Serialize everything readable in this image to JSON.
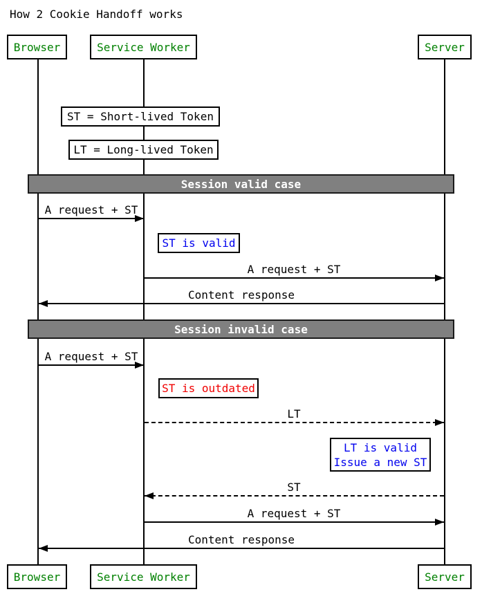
{
  "title": "How 2 Cookie Handoff works",
  "actors": [
    {
      "name": "Browser"
    },
    {
      "name": "Service Worker"
    },
    {
      "name": "Server"
    }
  ],
  "legend": [
    {
      "text": "ST = Short-lived Token"
    },
    {
      "text": "LT = Long-lived Token"
    }
  ],
  "sections": [
    {
      "label": "Session valid case"
    },
    {
      "label": "Session invalid case"
    }
  ],
  "messages": [
    {
      "label": "A request + ST",
      "from": "Browser",
      "to": "Service Worker",
      "line": "solid"
    },
    {
      "label": "A request + ST",
      "from": "Service Worker",
      "to": "Server",
      "line": "solid"
    },
    {
      "label": "Content response",
      "from": "Server",
      "to": "Browser",
      "line": "solid"
    },
    {
      "label": "A request + ST",
      "from": "Browser",
      "to": "Service Worker",
      "line": "solid"
    },
    {
      "label": "LT",
      "from": "Service Worker",
      "to": "Server",
      "line": "dashed"
    },
    {
      "label": "ST",
      "from": "Server",
      "to": "Service Worker",
      "line": "dashed"
    },
    {
      "label": "A request + ST",
      "from": "Service Worker",
      "to": "Server",
      "line": "solid"
    },
    {
      "label": "Content response",
      "from": "Server",
      "to": "Browser",
      "line": "solid"
    }
  ],
  "notes": [
    {
      "text": "ST is valid",
      "color": "#0000ee"
    },
    {
      "text": "ST is outdated",
      "color": "#f00000"
    },
    {
      "lines": [
        "LT is valid",
        "Issue a new ST"
      ],
      "color": "#0000ee"
    }
  ],
  "colors": {
    "actor_text": "#008000",
    "section_bg": "#808080",
    "section_text": "#ffffff",
    "note_blue": "#0000ee",
    "note_red": "#f00000",
    "line": "#000000",
    "background": "#ffffff"
  }
}
